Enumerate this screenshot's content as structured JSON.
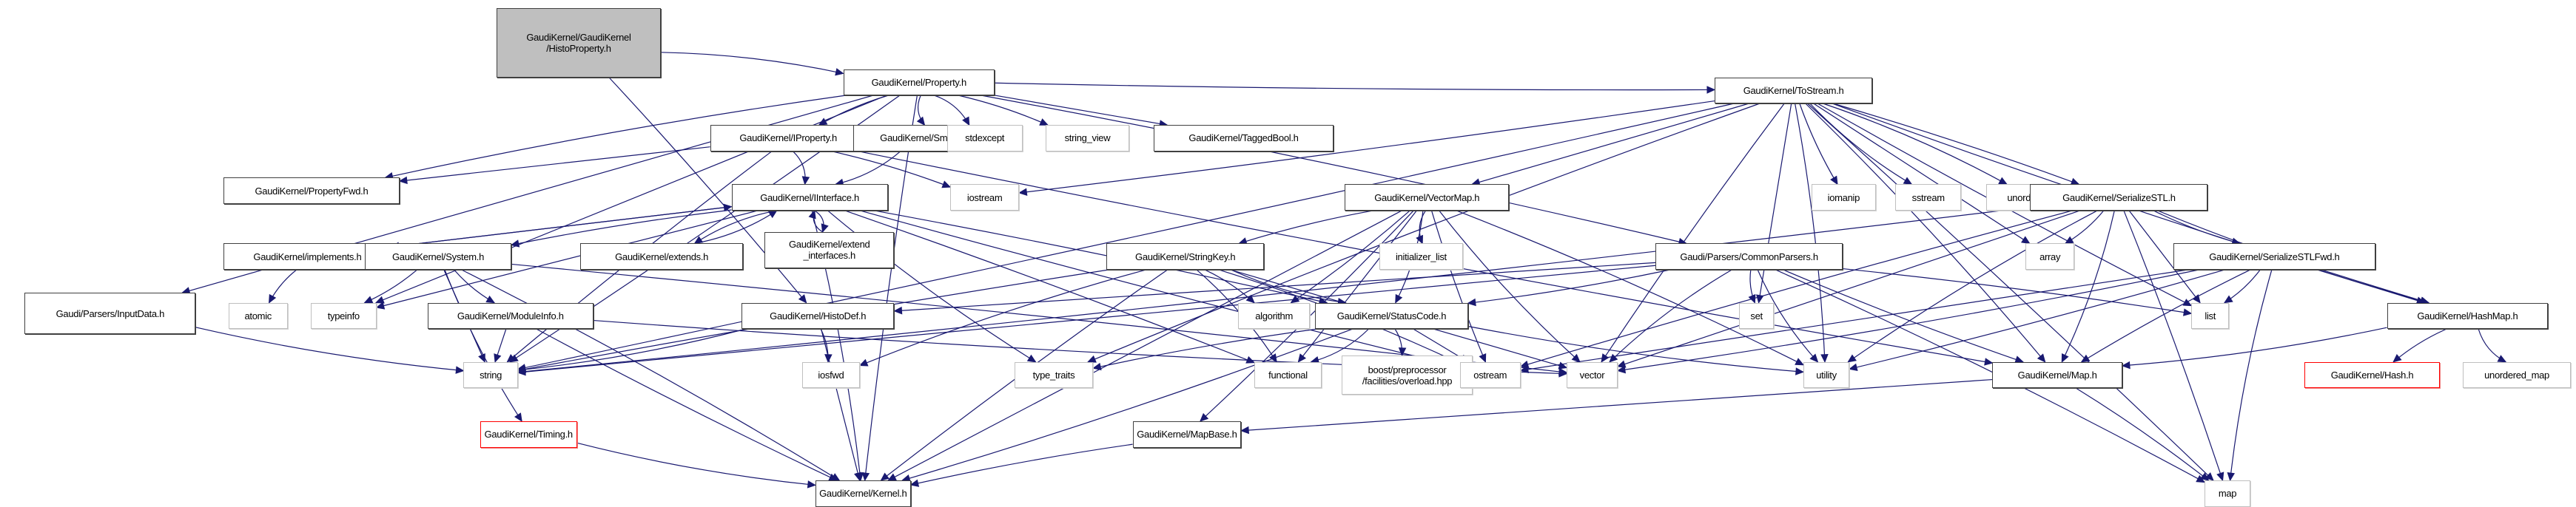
{
  "title": "GaudiKernel/GaudiKernel/HistoProperty.h",
  "colors": {
    "edge": "#191970",
    "root_fill": "#bfbfbf",
    "doc_border": "#404040",
    "system_border": "#bfbfbf",
    "missing_border": "#ff0000"
  },
  "nodes": [
    {
      "id": "HistoProperty",
      "label": "GaudiKernel/GaudiKernel\n/HistoProperty.h",
      "kind": "root"
    },
    {
      "id": "Property",
      "label": "GaudiKernel/Property.h",
      "kind": "doc"
    },
    {
      "id": "InputData",
      "label": "Gaudi/Parsers/InputData.h",
      "kind": "doc"
    },
    {
      "id": "IProperty",
      "label": "GaudiKernel/IProperty.h",
      "kind": "doc"
    },
    {
      "id": "SmartIF",
      "label": "GaudiKernel/SmartIF.h",
      "kind": "doc"
    },
    {
      "id": "stdexcept",
      "label": "stdexcept",
      "kind": "system"
    },
    {
      "id": "string_view",
      "label": "string_view",
      "kind": "system"
    },
    {
      "id": "TaggedBool",
      "label": "GaudiKernel/TaggedBool.h",
      "kind": "doc"
    },
    {
      "id": "ToStream",
      "label": "GaudiKernel/ToStream.h",
      "kind": "doc"
    },
    {
      "id": "PropertyFwd",
      "label": "GaudiKernel/PropertyFwd.h",
      "kind": "doc"
    },
    {
      "id": "IInterface",
      "label": "GaudiKernel/IInterface.h",
      "kind": "doc"
    },
    {
      "id": "iostream",
      "label": "iostream",
      "kind": "system"
    },
    {
      "id": "VectorMap",
      "label": "GaudiKernel/VectorMap.h",
      "kind": "doc"
    },
    {
      "id": "iomanip",
      "label": "iomanip",
      "kind": "system"
    },
    {
      "id": "sstream",
      "label": "sstream",
      "kind": "system"
    },
    {
      "id": "unordered_set",
      "label": "unordered_set",
      "kind": "system"
    },
    {
      "id": "SerializeSTL",
      "label": "GaudiKernel/SerializeSTL.h",
      "kind": "doc"
    },
    {
      "id": "implements",
      "label": "GaudiKernel/implements.h",
      "kind": "doc"
    },
    {
      "id": "System",
      "label": "GaudiKernel/System.h",
      "kind": "doc"
    },
    {
      "id": "extends",
      "label": "GaudiKernel/extends.h",
      "kind": "doc"
    },
    {
      "id": "extend_interfaces",
      "label": "GaudiKernel/extend\n_interfaces.h",
      "kind": "doc"
    },
    {
      "id": "StringKey",
      "label": "GaudiKernel/StringKey.h",
      "kind": "doc"
    },
    {
      "id": "initializer_list",
      "label": "initializer_list",
      "kind": "system"
    },
    {
      "id": "CommonParsers",
      "label": "Gaudi/Parsers/CommonParsers.h",
      "kind": "doc"
    },
    {
      "id": "array",
      "label": "array",
      "kind": "system"
    },
    {
      "id": "SerializeSTLFwd",
      "label": "GaudiKernel/SerializeSTLFwd.h",
      "kind": "doc"
    },
    {
      "id": "atomic",
      "label": "atomic",
      "kind": "system"
    },
    {
      "id": "typeinfo",
      "label": "typeinfo",
      "kind": "system"
    },
    {
      "id": "ModuleInfo",
      "label": "GaudiKernel/ModuleInfo.h",
      "kind": "doc"
    },
    {
      "id": "HistoDef",
      "label": "GaudiKernel/HistoDef.h",
      "kind": "doc"
    },
    {
      "id": "algorithm",
      "label": "algorithm",
      "kind": "system"
    },
    {
      "id": "StatusCode",
      "label": "GaudiKernel/StatusCode.h",
      "kind": "doc"
    },
    {
      "id": "set",
      "label": "set",
      "kind": "system"
    },
    {
      "id": "list",
      "label": "list",
      "kind": "system"
    },
    {
      "id": "HashMap",
      "label": "GaudiKernel/HashMap.h",
      "kind": "doc"
    },
    {
      "id": "string",
      "label": "string",
      "kind": "system"
    },
    {
      "id": "iosfwd",
      "label": "iosfwd",
      "kind": "system"
    },
    {
      "id": "type_traits",
      "label": "type_traits",
      "kind": "system"
    },
    {
      "id": "functional",
      "label": "functional",
      "kind": "system"
    },
    {
      "id": "overload",
      "label": "boost/preprocessor\n/facilities/overload.hpp",
      "kind": "system"
    },
    {
      "id": "ostream",
      "label": "ostream",
      "kind": "system"
    },
    {
      "id": "vector",
      "label": "vector",
      "kind": "system"
    },
    {
      "id": "utility",
      "label": "utility",
      "kind": "system"
    },
    {
      "id": "Map",
      "label": "GaudiKernel/Map.h",
      "kind": "doc"
    },
    {
      "id": "Hash",
      "label": "GaudiKernel/Hash.h",
      "kind": "missing"
    },
    {
      "id": "unordered_map",
      "label": "unordered_map",
      "kind": "system"
    },
    {
      "id": "Timing",
      "label": "GaudiKernel/Timing.h",
      "kind": "missing"
    },
    {
      "id": "MapBase",
      "label": "GaudiKernel/MapBase.h",
      "kind": "doc"
    },
    {
      "id": "map",
      "label": "map",
      "kind": "system"
    },
    {
      "id": "Kernel",
      "label": "GaudiKernel/Kernel.h",
      "kind": "doc"
    }
  ],
  "edges": [
    [
      "HistoProperty",
      "Property"
    ],
    [
      "HistoProperty",
      "HistoDef"
    ],
    [
      "Property",
      "InputData"
    ],
    [
      "Property",
      "IProperty"
    ],
    [
      "Property",
      "SmartIF"
    ],
    [
      "Property",
      "stdexcept"
    ],
    [
      "Property",
      "string_view"
    ],
    [
      "Property",
      "TaggedBool"
    ],
    [
      "Property",
      "ToStream"
    ],
    [
      "Property",
      "PropertyFwd"
    ],
    [
      "Property",
      "CommonParsers"
    ],
    [
      "Property",
      "string"
    ],
    [
      "Property",
      "typeinfo"
    ],
    [
      "Property",
      "Kernel"
    ],
    [
      "InputData",
      "string"
    ],
    [
      "IProperty",
      "IInterface"
    ],
    [
      "IProperty",
      "iostream"
    ],
    [
      "IProperty",
      "PropertyFwd"
    ],
    [
      "IProperty",
      "string"
    ],
    [
      "IProperty",
      "Map"
    ],
    [
      "SmartIF",
      "IInterface"
    ],
    [
      "ToStream",
      "iostream"
    ],
    [
      "ToStream",
      "VectorMap"
    ],
    [
      "ToStream",
      "iomanip"
    ],
    [
      "ToStream",
      "sstream"
    ],
    [
      "ToStream",
      "unordered_set"
    ],
    [
      "ToStream",
      "SerializeSTL"
    ],
    [
      "ToStream",
      "array"
    ],
    [
      "ToStream",
      "list"
    ],
    [
      "ToStream",
      "HashMap"
    ],
    [
      "ToStream",
      "Map"
    ],
    [
      "ToStream",
      "map"
    ],
    [
      "ToStream",
      "set"
    ],
    [
      "ToStream",
      "vector"
    ],
    [
      "ToStream",
      "type_traits"
    ],
    [
      "ToStream",
      "utility"
    ],
    [
      "ToStream",
      "string"
    ],
    [
      "IInterface",
      "implements"
    ],
    [
      "IInterface",
      "System"
    ],
    [
      "IInterface",
      "extends"
    ],
    [
      "IInterface",
      "extend_interfaces"
    ],
    [
      "IInterface",
      "StatusCode"
    ],
    [
      "IInterface",
      "typeinfo"
    ],
    [
      "IInterface",
      "ostream"
    ],
    [
      "IInterface",
      "type_traits"
    ],
    [
      "IInterface",
      "Kernel"
    ],
    [
      "IInterface",
      "functional"
    ],
    [
      "implements",
      "IInterface"
    ],
    [
      "implements",
      "atomic"
    ],
    [
      "extends",
      "IInterface"
    ],
    [
      "extend_interfaces",
      "IInterface"
    ],
    [
      "System",
      "typeinfo"
    ],
    [
      "System",
      "string"
    ],
    [
      "System",
      "ModuleInfo"
    ],
    [
      "System",
      "Timing"
    ],
    [
      "System",
      "Kernel"
    ],
    [
      "System",
      "vector"
    ],
    [
      "ModuleInfo",
      "string"
    ],
    [
      "ModuleInfo",
      "Kernel"
    ],
    [
      "ModuleInfo",
      "vector"
    ],
    [
      "HistoDef",
      "string"
    ],
    [
      "HistoDef",
      "iosfwd"
    ],
    [
      "HistoDef",
      "Kernel"
    ],
    [
      "VectorMap",
      "StringKey"
    ],
    [
      "VectorMap",
      "initializer_list"
    ],
    [
      "VectorMap",
      "StatusCode"
    ],
    [
      "VectorMap",
      "algorithm"
    ],
    [
      "VectorMap",
      "functional"
    ],
    [
      "VectorMap",
      "ostream"
    ],
    [
      "VectorMap",
      "vector"
    ],
    [
      "VectorMap",
      "utility"
    ],
    [
      "VectorMap",
      "MapBase"
    ],
    [
      "VectorMap",
      "Kernel"
    ],
    [
      "StringKey",
      "string"
    ],
    [
      "StringKey",
      "iosfwd"
    ],
    [
      "StringKey",
      "functional"
    ],
    [
      "StringKey",
      "algorithm"
    ],
    [
      "StringKey",
      "vector"
    ],
    [
      "StringKey",
      "Kernel"
    ],
    [
      "StringKey",
      "StatusCode"
    ],
    [
      "StringKey",
      "ostream"
    ],
    [
      "CommonParsers",
      "StatusCode"
    ],
    [
      "CommonParsers",
      "HistoDef"
    ],
    [
      "CommonParsers",
      "set"
    ],
    [
      "CommonParsers",
      "vector"
    ],
    [
      "CommonParsers",
      "map"
    ],
    [
      "CommonParsers",
      "list"
    ],
    [
      "CommonParsers",
      "string"
    ],
    [
      "CommonParsers",
      "Map"
    ],
    [
      "CommonParsers",
      "utility"
    ],
    [
      "StatusCode",
      "functional"
    ],
    [
      "StatusCode",
      "overload"
    ],
    [
      "StatusCode",
      "ostream"
    ],
    [
      "StatusCode",
      "type_traits"
    ],
    [
      "StatusCode",
      "utility"
    ],
    [
      "StatusCode",
      "Kernel"
    ],
    [
      "SerializeSTL",
      "array"
    ],
    [
      "SerializeSTL",
      "list"
    ],
    [
      "SerializeSTL",
      "SerializeSTLFwd"
    ],
    [
      "SerializeSTL",
      "HashMap"
    ],
    [
      "SerializeSTL",
      "Map"
    ],
    [
      "SerializeSTL",
      "map"
    ],
    [
      "SerializeSTL",
      "vector"
    ],
    [
      "SerializeSTL",
      "ostream"
    ],
    [
      "SerializeSTL",
      "utility"
    ],
    [
      "SerializeSTL",
      "string"
    ],
    [
      "SerializeSTLFwd",
      "list"
    ],
    [
      "SerializeSTLFwd",
      "HashMap"
    ],
    [
      "SerializeSTLFwd",
      "Map"
    ],
    [
      "SerializeSTLFwd",
      "map"
    ],
    [
      "SerializeSTLFwd",
      "vector"
    ],
    [
      "SerializeSTLFwd",
      "utility"
    ],
    [
      "SerializeSTLFwd",
      "ostream"
    ],
    [
      "HashMap",
      "Hash"
    ],
    [
      "HashMap",
      "unordered_map"
    ],
    [
      "HashMap",
      "Map"
    ],
    [
      "Map",
      "map"
    ],
    [
      "Map",
      "MapBase"
    ],
    [
      "MapBase",
      "Kernel"
    ],
    [
      "Timing",
      "Kernel"
    ]
  ]
}
